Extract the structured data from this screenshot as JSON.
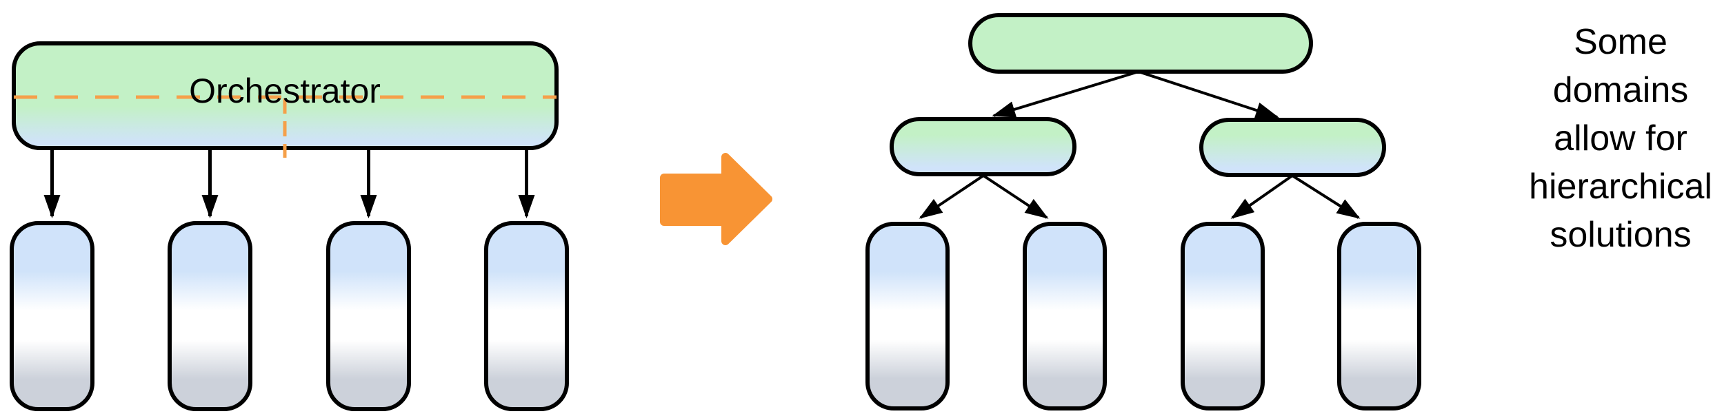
{
  "left_panel": {
    "orchestrator_label": "Orchestrator",
    "worker_count": 4
  },
  "right_panel": {
    "root_count": 1,
    "sub_orchestrator_count": 2,
    "worker_count": 4
  },
  "side_note": {
    "text": "Some\ndomains\nallow for\nhierarchical\nsolutions"
  },
  "colors": {
    "green": "#c3f1c6",
    "blue": "#d0e3fa",
    "white": "#ffffff",
    "gray": "#ccd1da",
    "orange": "#f89434",
    "dash-orange": "#f5a04a",
    "stroke": "#000000"
  }
}
